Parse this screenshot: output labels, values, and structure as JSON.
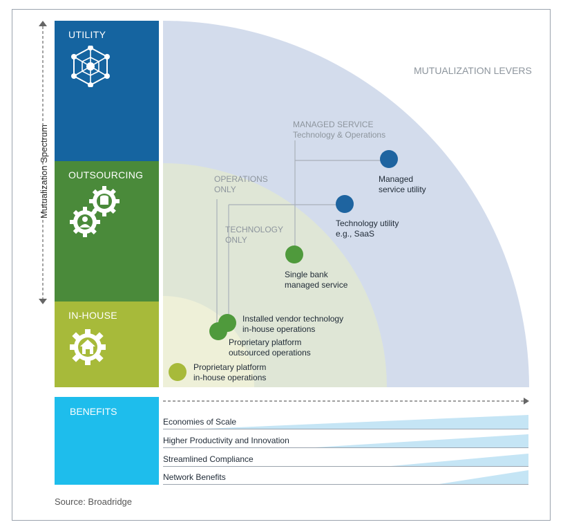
{
  "axis_label": "Mutualization Spectrum",
  "bands": {
    "utility": "UTILITY",
    "outsourcing": "OUTSOURCING",
    "inhouse": "IN-HOUSE"
  },
  "levers_title": "MUTUALIZATION LEVERS",
  "groups": {
    "managed_service_line1": "MANAGED SERVICE",
    "managed_service_line2": "Technology & Operations",
    "operations_only_line1": "OPERATIONS",
    "operations_only_line2": "ONLY",
    "technology_only_line1": "TECHNOLOGY",
    "technology_only_line2": "ONLY"
  },
  "nodes": {
    "managed_utility_1": "Managed",
    "managed_utility_2": "service utility",
    "tech_utility_1": "Technology utility",
    "tech_utility_2": "e.g., SaaS",
    "single_bank_1": "Single bank",
    "single_bank_2": "managed service",
    "installed_vendor_1": "Installed vendor technology",
    "installed_vendor_2": "in-house operations",
    "prop_outsourced_1": "Proprietary platform",
    "prop_outsourced_2": "outsourced operations",
    "prop_inhouse_1": "Proprietary platform",
    "prop_inhouse_2": "in-house operations"
  },
  "benefits": {
    "title": "BENEFITS",
    "items": [
      "Economies  of Scale",
      "Higher Productivity and Innovation",
      "Streamlined Compliance",
      "Network Benefits"
    ]
  },
  "source": "Source: Broadridge",
  "colors": {
    "utility_band": "#1564a0",
    "outsourcing_band": "#4a8a3a",
    "inhouse_band": "#a7ba3a",
    "benefits_band": "#1ebdec",
    "outer_quadrant": "#d3dcec",
    "middle_quadrant": "#dfe6d6",
    "inner_quadrant": "#eef0d8",
    "blue_node": "#1e64a0",
    "green_node": "#4f9a3c",
    "lime_node": "#a7ba3a"
  }
}
